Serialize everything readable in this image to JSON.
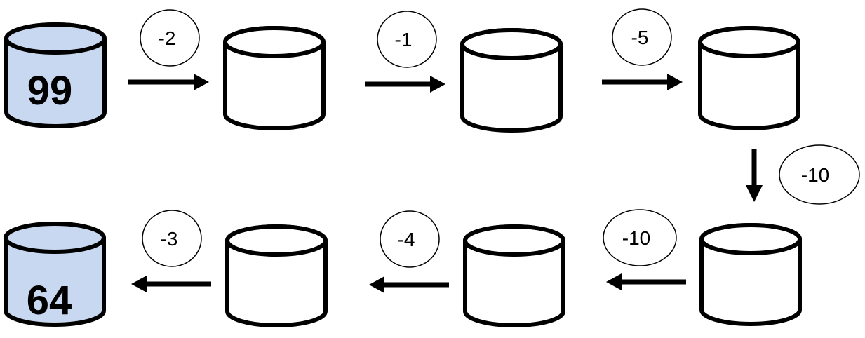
{
  "colors": {
    "highlight": "#c8d8f0",
    "plain": "#ffffff",
    "stroke": "#000000"
  },
  "start": {
    "value": "99"
  },
  "end": {
    "value": "64"
  },
  "steps": [
    {
      "label": "-2"
    },
    {
      "label": "-1"
    },
    {
      "label": "-5"
    },
    {
      "label": "-10"
    },
    {
      "label": "-10"
    },
    {
      "label": "-4"
    },
    {
      "label": "-3"
    }
  ]
}
